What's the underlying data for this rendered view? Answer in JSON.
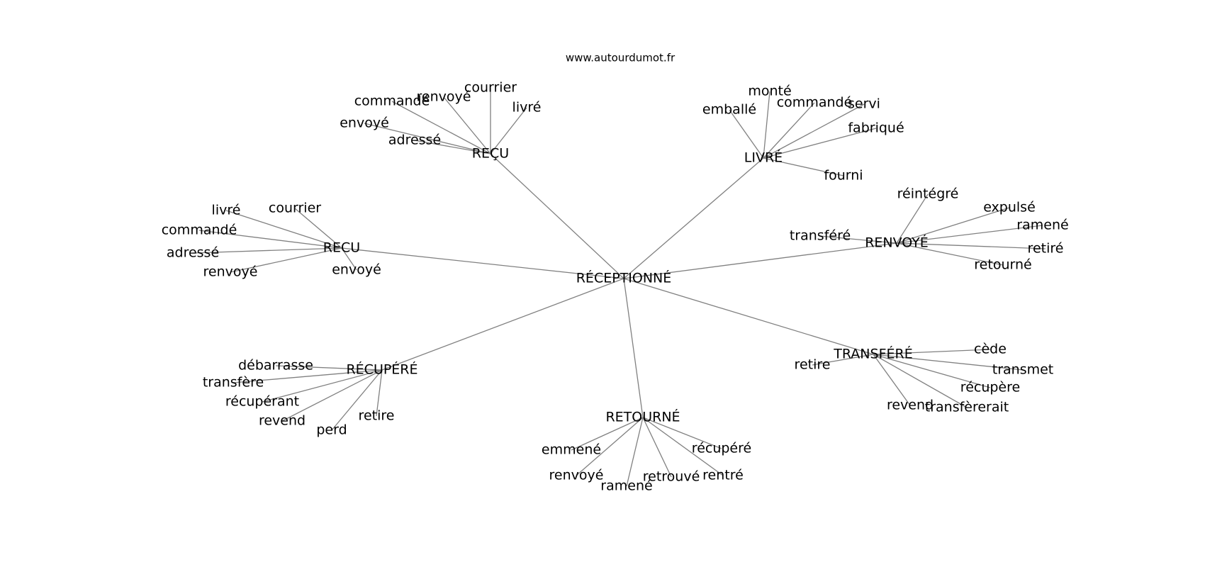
{
  "watermark": "www.autourdumot.fr",
  "styles": {
    "edge_color": "#808080",
    "text_color": "#000000",
    "background": "#ffffff"
  },
  "graph": {
    "center": "RÉCEPTIONNÉ",
    "branches": [
      {
        "id": "recu-cedilla",
        "label": "REÇU",
        "leaves": [
          "courrier",
          "renvoyé",
          "commandé",
          "livré",
          "envoyé",
          "adressé"
        ]
      },
      {
        "id": "livre",
        "label": "LIVRÉ",
        "leaves": [
          "monté",
          "commandé",
          "emballé",
          "servi",
          "fabriqué",
          "fourni"
        ]
      },
      {
        "id": "recu",
        "label": "RECU",
        "leaves": [
          "livré",
          "courrier",
          "commandé",
          "adressé",
          "renvoyé",
          "envoyé"
        ]
      },
      {
        "id": "renvoye",
        "label": "RENVOYÉ",
        "leaves": [
          "réintégré",
          "expulsé",
          "transféré",
          "ramené",
          "retiré",
          "retourné"
        ]
      },
      {
        "id": "recupere",
        "label": "RÉCUPÉRÉ",
        "leaves": [
          "débarrasse",
          "transfère",
          "récupérant",
          "revend",
          "perd",
          "retire"
        ]
      },
      {
        "id": "transfere",
        "label": "TRANSFÉRÉ",
        "leaves": [
          "cède",
          "retire",
          "transmet",
          "récupère",
          "revend",
          "transfèrerait"
        ]
      },
      {
        "id": "retourne",
        "label": "RETOURNÉ",
        "leaves": [
          "emmené",
          "récupéré",
          "renvoyé",
          "ramené",
          "retrouvé",
          "rentré"
        ]
      }
    ]
  }
}
